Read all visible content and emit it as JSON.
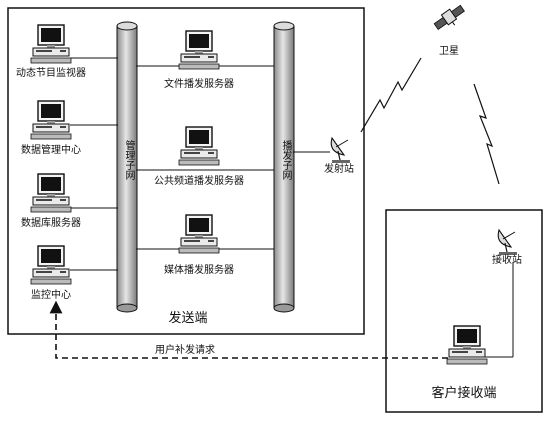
{
  "sender": {
    "title": "发送端",
    "management_subnet": "管理子网",
    "broadcast_subnet": "播发子网",
    "terminals": [
      {
        "label": "动态节目监视器",
        "icon": "computer-icon"
      },
      {
        "label": "数据管理中心",
        "icon": "computer-icon"
      },
      {
        "label": "数据库服务器",
        "icon": "computer-icon"
      },
      {
        "label": "监控中心",
        "icon": "computer-icon"
      }
    ],
    "servers": [
      {
        "label": "文件播发服务器",
        "icon": "computer-icon"
      },
      {
        "label": "公共频道播发服务器",
        "icon": "computer-icon"
      },
      {
        "label": "媒体播发服务器",
        "icon": "computer-icon"
      }
    ],
    "transmitter": {
      "label": "发射站",
      "icon": "satellite-dish-icon"
    }
  },
  "satellite": {
    "label": "卫星",
    "icon": "satellite-icon"
  },
  "receiver": {
    "title": "客户接收端",
    "station": {
      "label": "接收站",
      "icon": "satellite-dish-icon"
    },
    "client": {
      "icon": "computer-icon"
    }
  },
  "feedback": {
    "label": "用户补发请求",
    "icon": "arrow-up-icon"
  }
}
